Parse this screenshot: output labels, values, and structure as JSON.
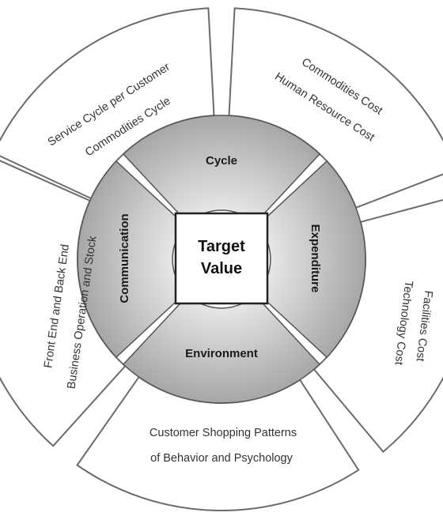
{
  "center": {
    "line1": "Target",
    "line2": "Value"
  },
  "inner": {
    "top": "Cycle",
    "right": "Expenditure",
    "bottom": "Environment",
    "left": "Communication"
  },
  "outer": {
    "top_left": [
      "Service Cycle per Customer",
      "Commodities Cycle"
    ],
    "top_right": [
      "Commodities Cost",
      "Human Resource Cost"
    ],
    "right": [
      "Facilities Cost",
      "Technology Cost"
    ],
    "bottom": [
      "Customer Shopping Patterns",
      "of Behavior and Psychology"
    ],
    "left": [
      "Front End and Back End",
      "Business Operation and Stock"
    ]
  },
  "colors": {
    "inner_light": "#e6e6e6",
    "inner_dark": "#a8a8a8",
    "outline": "#6b6b6b"
  }
}
